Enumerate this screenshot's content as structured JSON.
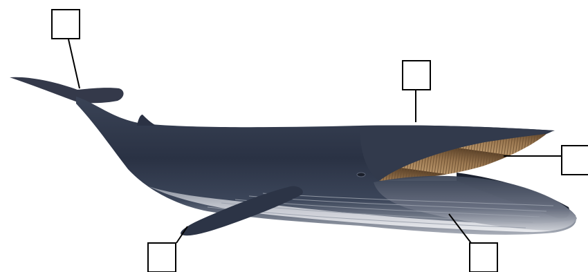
{
  "diagram": {
    "subject": "whale",
    "labels": [
      {
        "id": "tail-flukes",
        "text": ""
      },
      {
        "id": "back",
        "text": ""
      },
      {
        "id": "baleen",
        "text": ""
      },
      {
        "id": "flipper",
        "text": ""
      },
      {
        "id": "throat-grooves",
        "text": ""
      }
    ],
    "colors": {
      "body_dark": "#2b3344",
      "body_mid": "#3f4a5e",
      "belly": "#c9ccd3",
      "baleen": "#8a6a45",
      "mouth_inner": "#1c2230",
      "line": "#000000"
    }
  }
}
